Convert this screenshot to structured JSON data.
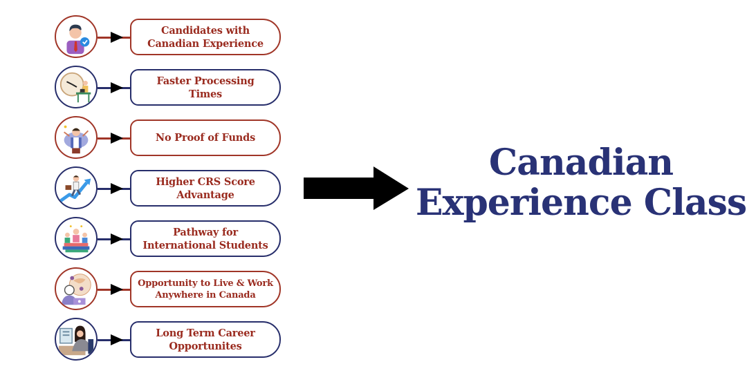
{
  "title": {
    "line1": "Canadian",
    "line2": "Experience Class"
  },
  "colors": {
    "red": "#a03527",
    "navy": "#272e6b",
    "item_text": "#9a2b1f",
    "title_text": "#293276"
  },
  "items": [
    {
      "label": "Candidates with\nCanadian Experience",
      "icon": "candidate-verified-icon",
      "theme": "red"
    },
    {
      "label": "Faster Processing\nTimes",
      "icon": "clock-worker-icon",
      "theme": "navy"
    },
    {
      "label": "No Proof of Funds",
      "icon": "stressed-person-icon",
      "theme": "red"
    },
    {
      "label": "Higher CRS Score\nAdvantage",
      "icon": "rising-graph-businessman-icon",
      "theme": "navy"
    },
    {
      "label": "Pathway for\nInternational Students",
      "icon": "students-books-icon",
      "theme": "navy"
    },
    {
      "label": "Opportunity to Live & Work\nAnywhere in Canada",
      "icon": "remote-work-globe-icon",
      "theme": "red"
    },
    {
      "label": "Long Term Career\nOpportunites",
      "icon": "office-worker-icon",
      "theme": "navy"
    }
  ]
}
